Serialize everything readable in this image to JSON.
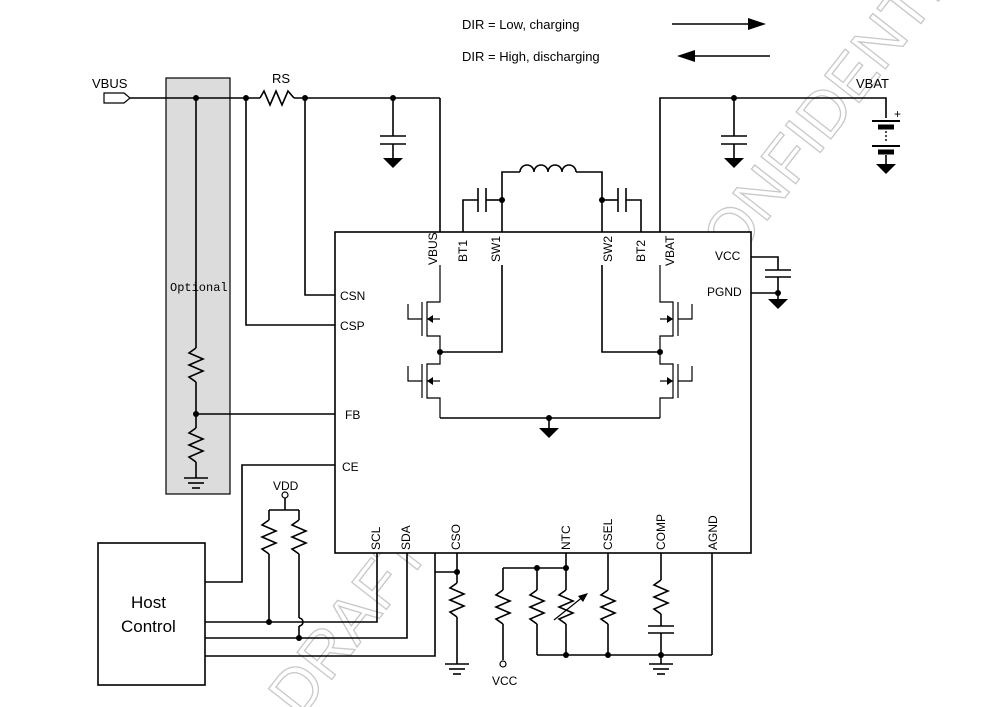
{
  "legend": {
    "charging": "DIR = Low, charging",
    "discharging": "DIR = High, discharging"
  },
  "nets": {
    "vbus": "VBUS",
    "vbat": "VBAT",
    "rs": "RS",
    "vdd": "VDD",
    "vcc_bottom": "VCC"
  },
  "optional_block": {
    "label": "Optional"
  },
  "chip": {
    "top_pins": [
      "VBUS",
      "BT1",
      "SW1",
      "SW2",
      "BT2",
      "VBAT"
    ],
    "left_pins": [
      "CSN",
      "CSP",
      "FB",
      "CE"
    ],
    "right_pins": [
      "VCC",
      "PGND"
    ],
    "bottom_pins": [
      "SCL",
      "SDA",
      "CSO",
      "NTC",
      "CSEL",
      "COMP",
      "AGND"
    ]
  },
  "host": {
    "line1": "Host",
    "line2": "Control"
  },
  "watermark": {
    "left": "DRAFT",
    "right": "CONFIDENTIAL"
  }
}
